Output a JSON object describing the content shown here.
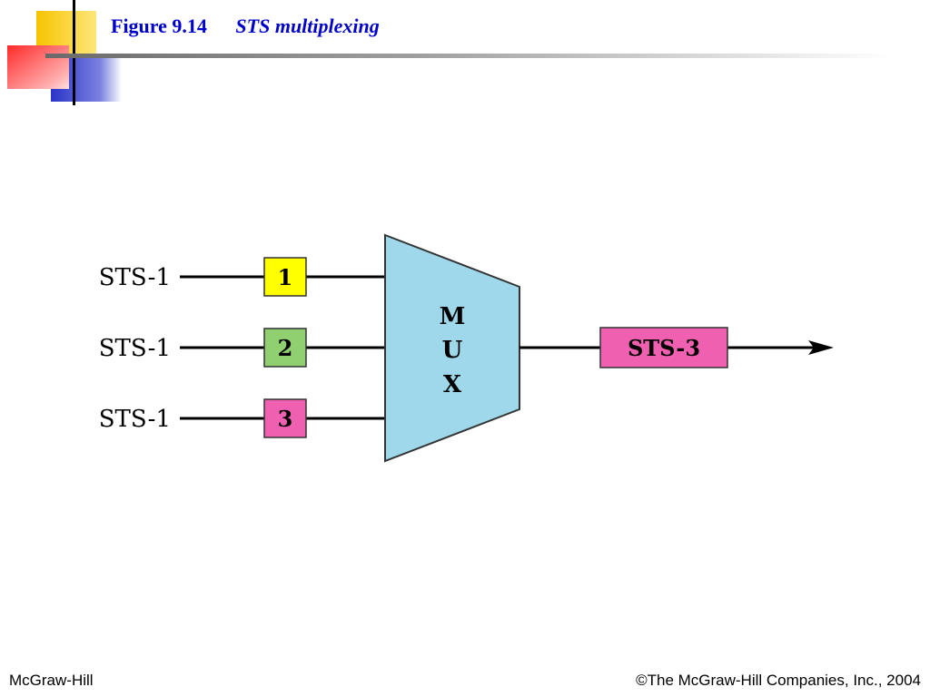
{
  "header": {
    "figure_number": "Figure 9.14",
    "caption": "STS multiplexing"
  },
  "diagram": {
    "inputs": [
      {
        "label": "STS-1",
        "frame": "1",
        "color": "#ffff00"
      },
      {
        "label": "STS-1",
        "frame": "2",
        "color": "#90d070"
      },
      {
        "label": "STS-1",
        "frame": "3",
        "color": "#f060b0"
      }
    ],
    "mux": {
      "letters": [
        "M",
        "U",
        "X"
      ],
      "color": "#9ed8ea"
    },
    "output": {
      "label": "STS-3",
      "color": "#f060b0"
    }
  },
  "footer": {
    "left": "McGraw-Hill",
    "right": "©The McGraw-Hill Companies, Inc., 2004"
  }
}
